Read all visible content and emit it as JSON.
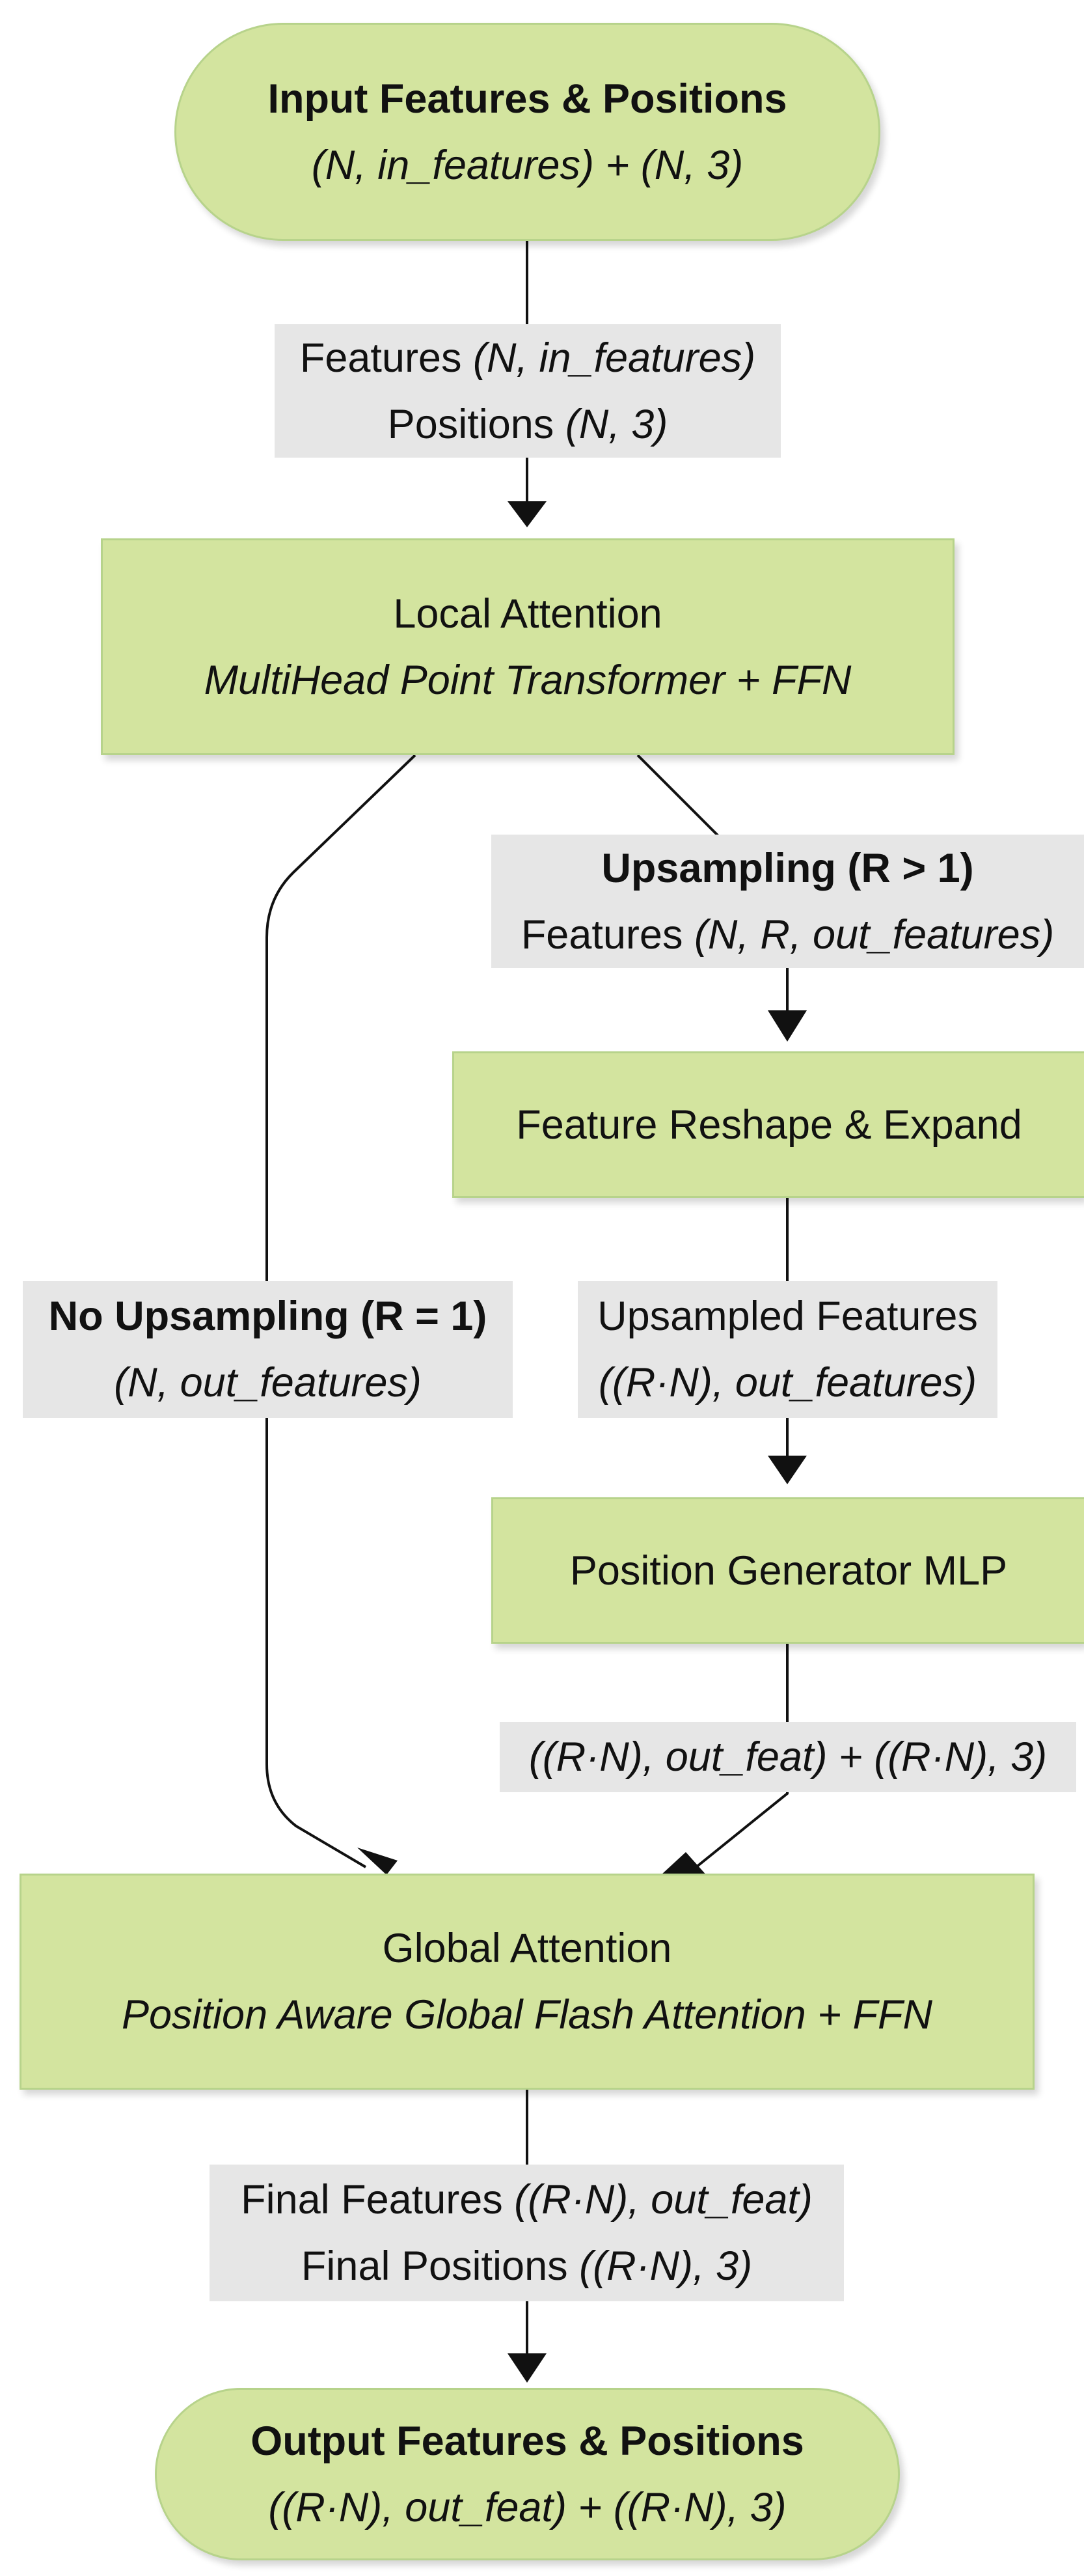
{
  "nodes": {
    "input": {
      "title": "Input Features & Positions",
      "subtitle": "(N, in_features) + (N, 3)"
    },
    "local_attention": {
      "title": "Local Attention",
      "subtitle": "MultiHead Point Transformer + FFN"
    },
    "reshape": {
      "title": "Feature Reshape & Expand"
    },
    "position_generator": {
      "title": "Position Generator MLP"
    },
    "global_attention": {
      "title": "Global Attention",
      "subtitle": "Position Aware Global Flash Attention + FFN"
    },
    "output": {
      "title": "Output Features & Positions",
      "subtitle": "((R·N), out_feat) + ((R·N), 3)"
    }
  },
  "edges": {
    "input_to_local": {
      "line1_prefix": "Features ",
      "line1_shape": "(N, in_features)",
      "line2_prefix": "Positions ",
      "line2_shape": "(N, 3)"
    },
    "upsampling": {
      "heading": "Upsampling (R > 1)",
      "line2_prefix": "Features ",
      "line2_shape": "(N, R, out_features)"
    },
    "no_upsampling": {
      "heading": "No Upsampling (R = 1)",
      "shape": "(N, out_features)"
    },
    "reshape_to_posgen": {
      "line1": "Upsampled Features",
      "shape": "((R·N), out_features)"
    },
    "posgen_to_global": {
      "shape": "((R·N), out_feat) + ((R·N), 3)"
    },
    "global_to_output": {
      "line1_prefix": "Final Features ",
      "line1_shape": "((R·N), out_feat)",
      "line2_prefix": "Final Positions ",
      "line2_shape": "((R·N), 3)"
    }
  },
  "colors": {
    "node_fill": "#d3e49f",
    "node_border": "#b7d38b",
    "label_fill": "#e6e6e6",
    "edge": "#111111"
  }
}
